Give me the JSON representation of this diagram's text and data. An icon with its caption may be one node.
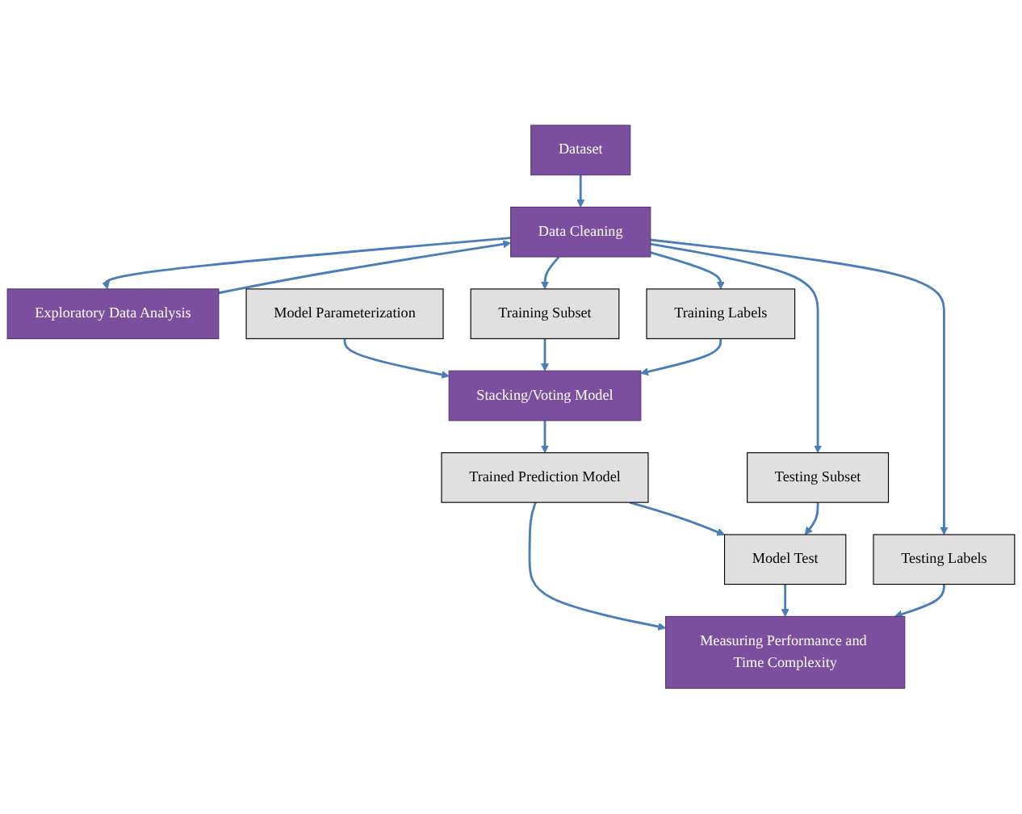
{
  "diagram": {
    "nodes": [
      {
        "text": [
          "Dataset"
        ]
      },
      {
        "text": [
          "Data Cleaning"
        ]
      },
      {
        "text": [
          "Exploratory Data Analysis"
        ]
      },
      {
        "text": [
          "Model Parameterization"
        ]
      },
      {
        "text": [
          "Stacking/Voting Model"
        ]
      },
      {
        "text": [
          "Training Subset"
        ]
      },
      {
        "text": [
          "Training Labels"
        ]
      },
      {
        "text": [
          "Trained Prediction Model"
        ]
      },
      {
        "text": [
          "Model Test"
        ]
      },
      {
        "text": [
          "Testing Subset"
        ]
      },
      {
        "text": [
          "Measuring Performance and Time Complexity"
        ]
      },
      {
        "text": [
          "Testing Labels"
        ]
      }
    ],
    "edges": [
      {
        "from": 0,
        "to": 1,
        "arrow": "to"
      },
      {
        "from": 1,
        "to": 2,
        "arrow": "to"
      },
      {
        "from": 2,
        "to": 1,
        "arrow": "to"
      },
      {
        "from": 1,
        "to": 5,
        "arrow": "to"
      },
      {
        "from": 1,
        "to": 6,
        "arrow": "to"
      },
      {
        "from": 1,
        "to": 9,
        "arrow": "to"
      },
      {
        "from": 1,
        "to": 11,
        "arrow": "to"
      },
      {
        "from": 3,
        "to": 4,
        "arrow": "to"
      },
      {
        "from": 5,
        "to": 4,
        "arrow": "to"
      },
      {
        "from": 6,
        "to": 4,
        "arrow": "to"
      },
      {
        "from": 4,
        "to": 7,
        "arrow": "to"
      },
      {
        "from": 7,
        "to": 8,
        "arrow": "to"
      },
      {
        "from": 9,
        "to": 8,
        "arrow": "to"
      },
      {
        "from": 7,
        "to": 10,
        "arrow": "to"
      },
      {
        "from": 8,
        "to": 10,
        "arrow": "to"
      },
      {
        "from": 11,
        "to": 10,
        "arrow": "to"
      }
    ]
  }
}
